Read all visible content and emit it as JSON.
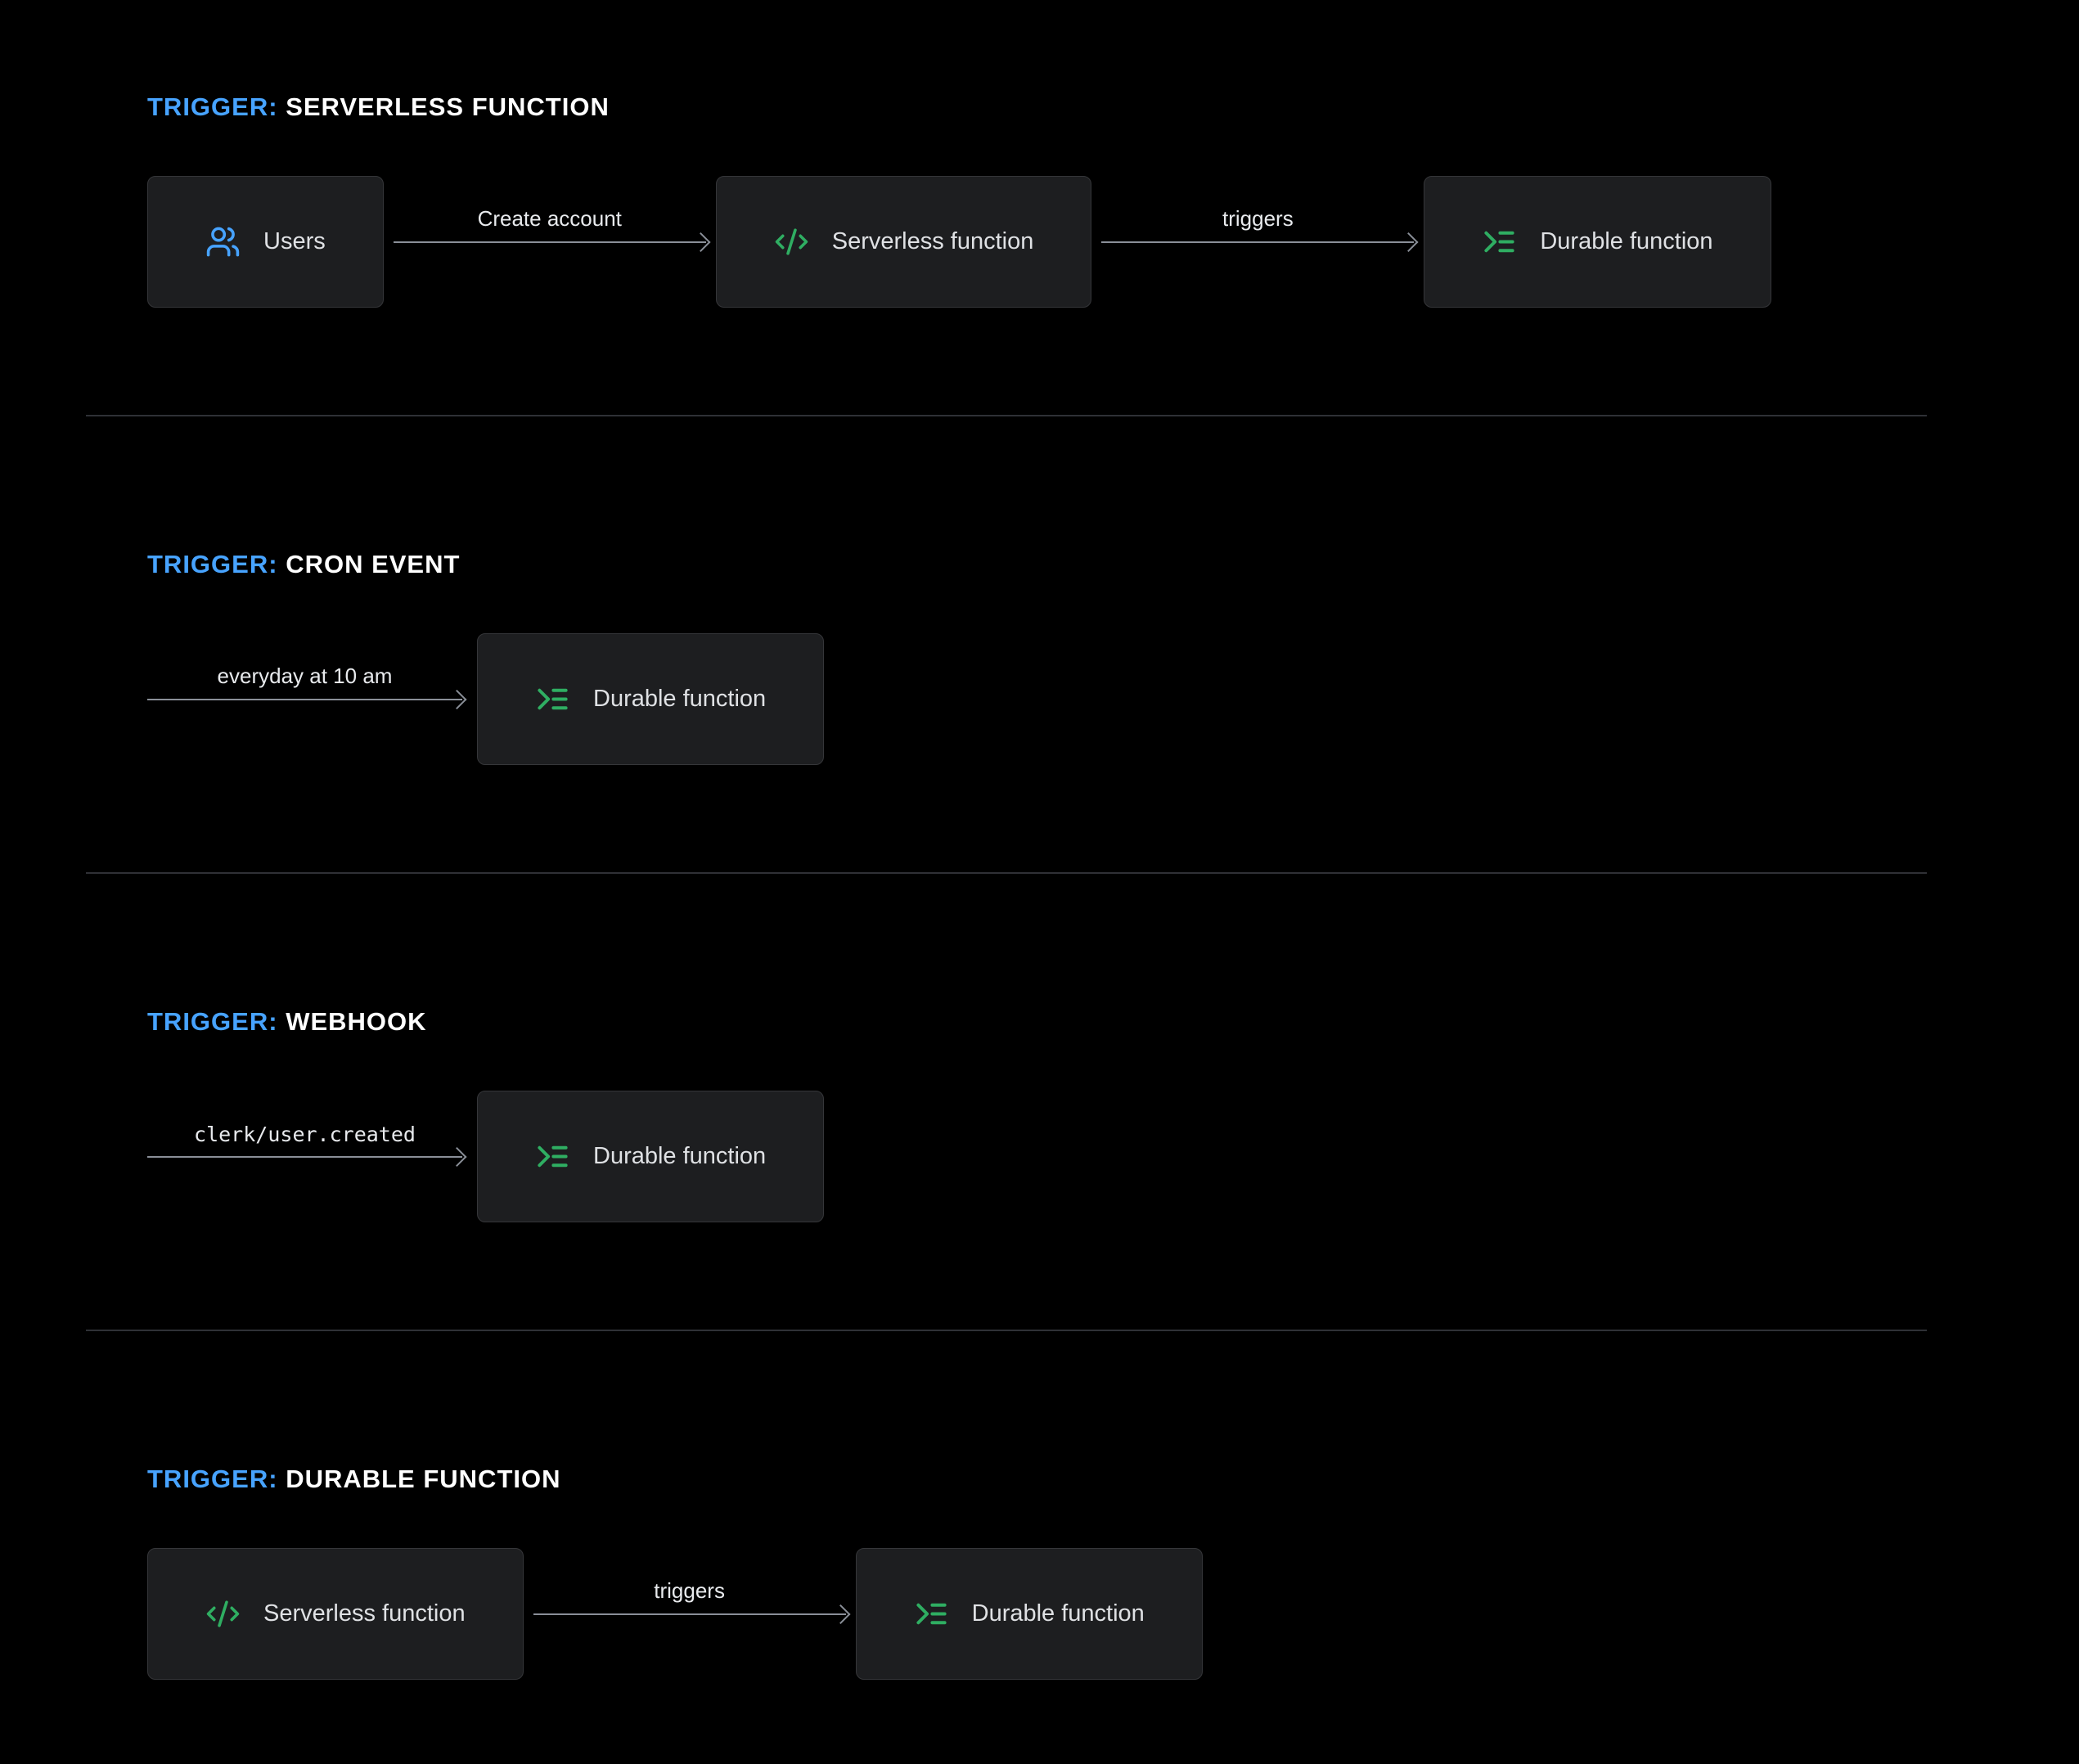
{
  "colors": {
    "background": "#000000",
    "accent_blue": "#47A3FF",
    "icon_blue": "#47A3FF",
    "icon_green": "#2FAE62",
    "box_background": "#1D1E20",
    "box_border": "#353639",
    "arrow_gray": "#8A8F98",
    "divider": "#2F3136",
    "heading_text": "#FFFFFF",
    "node_label_text": "#DFE1E4"
  },
  "sections": [
    {
      "heading_prefix": "TRIGGER:",
      "heading_title": "SERVERLESS FUNCTION",
      "nodes": [
        {
          "label": "Users",
          "icon": "users-icon"
        },
        {
          "label": "Serverless function",
          "icon": "code-icon"
        },
        {
          "label": "Durable function",
          "icon": "durable-function-icon"
        }
      ],
      "arrows": [
        {
          "label": "Create account"
        },
        {
          "label": "triggers"
        }
      ]
    },
    {
      "heading_prefix": "TRIGGER:",
      "heading_title": "CRON EVENT",
      "arrows": [
        {
          "label": "everyday at 10 am"
        }
      ],
      "nodes": [
        {
          "label": "Durable function",
          "icon": "durable-function-icon"
        }
      ]
    },
    {
      "heading_prefix": "TRIGGER:",
      "heading_title": "WEBHOOK",
      "arrows": [
        {
          "label": "clerk/user.created"
        }
      ],
      "nodes": [
        {
          "label": "Durable function",
          "icon": "durable-function-icon"
        }
      ]
    },
    {
      "heading_prefix": "TRIGGER:",
      "heading_title": "DURABLE FUNCTION",
      "nodes": [
        {
          "label": "Serverless function",
          "icon": "code-icon"
        },
        {
          "label": "Durable function",
          "icon": "durable-function-icon"
        }
      ],
      "arrows": [
        {
          "label": "triggers"
        }
      ]
    }
  ]
}
